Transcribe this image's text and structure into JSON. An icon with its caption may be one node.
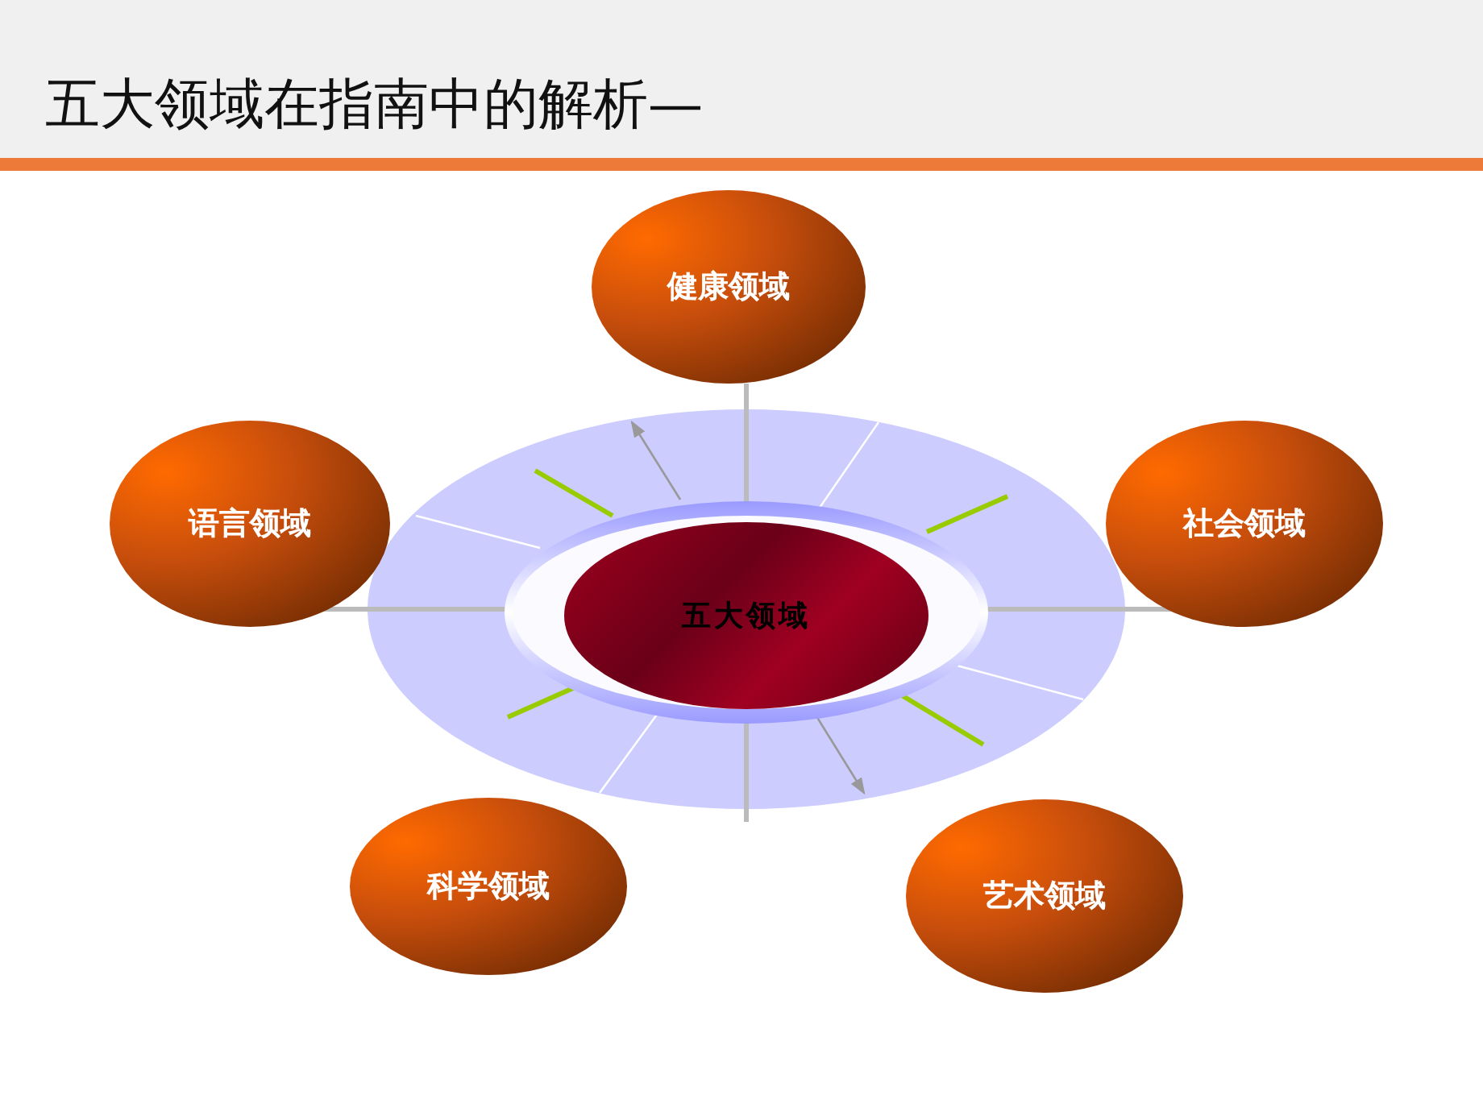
{
  "diagram": {
    "title": "五大领域在指南中的解析—",
    "nodes": [
      {
        "text": [
          "健康领域"
        ]
      },
      {
        "text": [
          "语言领域"
        ]
      },
      {
        "text": [
          "社会领域"
        ]
      },
      {
        "text": [
          "五大领域"
        ]
      },
      {
        "text": [
          "科学领域"
        ]
      },
      {
        "text": [
          "艺术领域"
        ]
      }
    ]
  }
}
